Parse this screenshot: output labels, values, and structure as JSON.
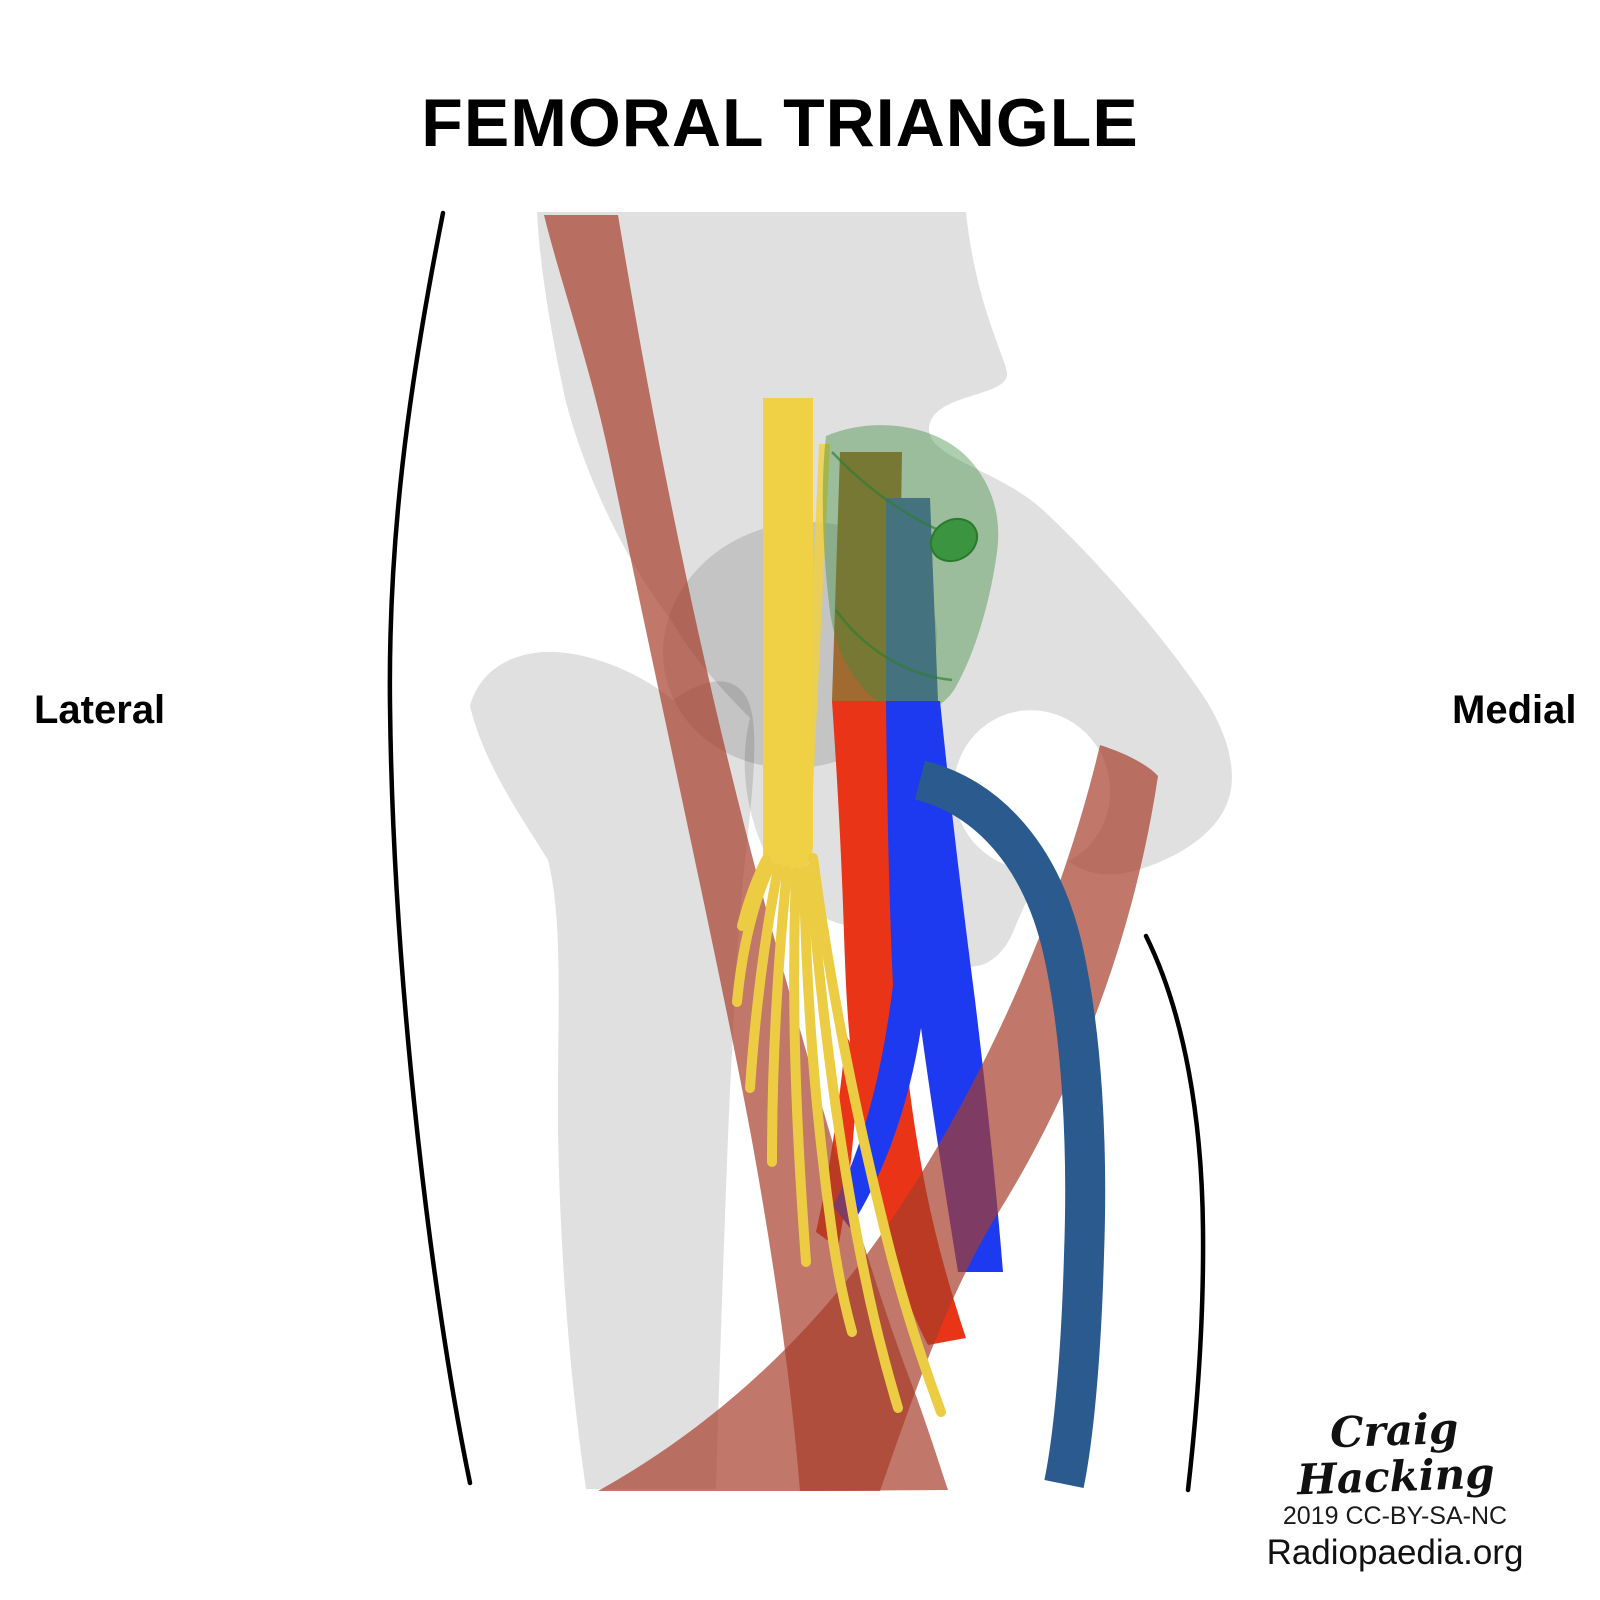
{
  "title": "FEMORAL TRIANGLE",
  "orientation_labels": {
    "left": "Lateral",
    "right": "Medial"
  },
  "credits": {
    "author": "Craig Hacking",
    "license": "2019 CC-BY-SA-NC",
    "site": "Radiopaedia.org"
  },
  "colors": {
    "background": "#ffffff",
    "text": "#000000",
    "outline": "#000000",
    "bone": "rgba(0,0,0,0.12)",
    "muscle": "#a63d2a",
    "nerve": "#f0d045",
    "nerve_branch": "#eccc42",
    "artery": "#e93418",
    "artery_pelvic": "#a06a30",
    "vein": "#1e3af0",
    "vein_pelvic": "#4a5fae",
    "saphenous_vein": "#2b5a8e",
    "sheath_fill": "#3c8c3c",
    "sheath_rim": "#2e7d32",
    "sheath_opening": "#3a9440"
  },
  "structures": [
    {
      "id": "body-outline",
      "color_key": "outline"
    },
    {
      "id": "pelvis-bone",
      "color_key": "bone"
    },
    {
      "id": "femur-bone",
      "color_key": "bone"
    },
    {
      "id": "sartorius-muscle",
      "color_key": "muscle"
    },
    {
      "id": "adductor-longus-muscle",
      "color_key": "muscle"
    },
    {
      "id": "femoral-sheath",
      "color_key": "sheath_fill"
    },
    {
      "id": "femoral-nerve",
      "color_key": "nerve"
    },
    {
      "id": "femoral-artery",
      "color_key": "artery"
    },
    {
      "id": "femoral-vein",
      "color_key": "vein"
    },
    {
      "id": "great-saphenous-vein",
      "color_key": "saphenous_vein"
    }
  ]
}
